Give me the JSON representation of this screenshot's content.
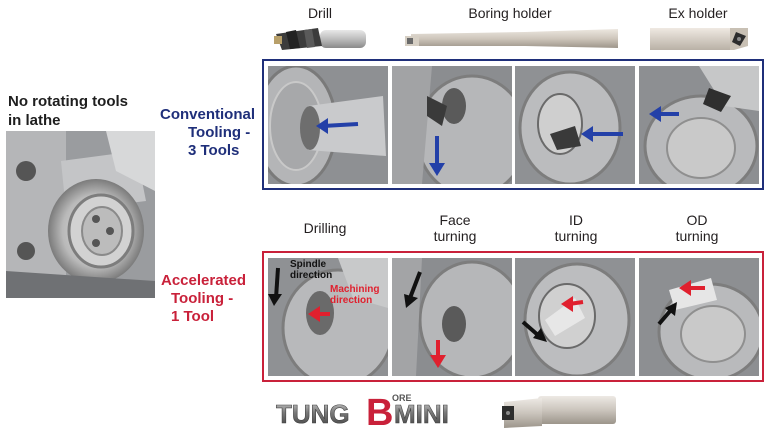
{
  "top_tools": {
    "drill": "Drill",
    "boring_holder": "Boring holder",
    "ex_holder": "Ex holder"
  },
  "left": {
    "line1": "No rotating tools",
    "line2": "in lathe"
  },
  "conventional": {
    "line1": "Conventional",
    "line2": "Tooling -",
    "line3": "3 Tools"
  },
  "accelerated": {
    "line1": "Accelerated",
    "line2": "Tooling  -",
    "line3": "1 Tool"
  },
  "operations": {
    "drilling": "Drilling",
    "face1": "Face",
    "face2": "turning",
    "id1": "ID",
    "id2": "turning",
    "od1": "OD",
    "od2": "turning"
  },
  "annotations": {
    "spindle1": "Spindle",
    "spindle2": "direction",
    "machining1": "Machining",
    "machining2": "direction"
  },
  "logo": {
    "tung": "TUNG",
    "b": "B",
    "ore": "ORE",
    "mini": "MINI"
  },
  "colors": {
    "blue": "#1f2f7a",
    "red": "#c9213a",
    "arrow_blue": "#2340a8",
    "arrow_red": "#e0202e"
  }
}
